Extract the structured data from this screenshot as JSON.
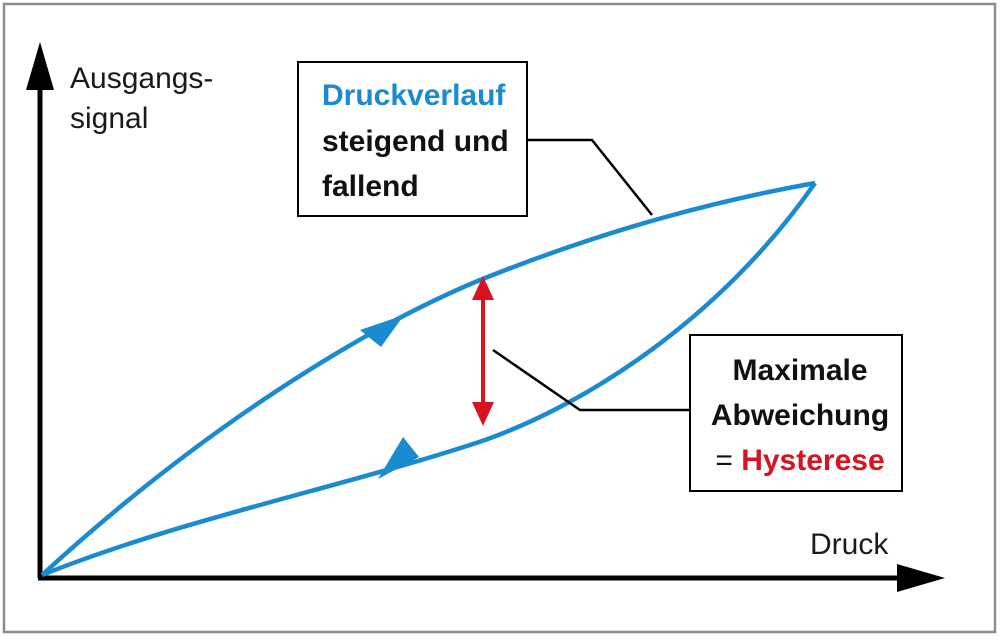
{
  "diagram": {
    "axes": {
      "y_label_line1": "Ausgangs-",
      "y_label_line2": "signal",
      "x_label": "Druck"
    },
    "curve_box": {
      "line1": "Druckverlauf",
      "line2": "steigend und",
      "line3": "fallend"
    },
    "hysteresis_box": {
      "line1": "Maximale",
      "line2": "Abweichung",
      "line3_prefix": "= ",
      "line3_highlight": "Hysterese"
    }
  },
  "colors": {
    "curve": "#1a8ad1",
    "hysteresis": "#d9121f",
    "axis": "#000000",
    "border": "#888888"
  }
}
